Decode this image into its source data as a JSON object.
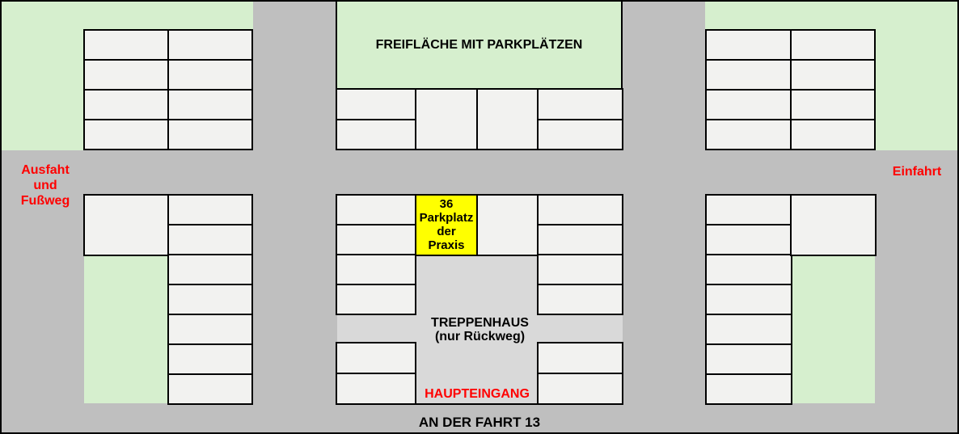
{
  "map": {
    "freiflaeche_label": "FREIFLÄCHE MIT PARKPLÄTZEN",
    "exit_label_lines": [
      "Ausfaht",
      "und",
      "Fußweg"
    ],
    "entrance_label": "Einfahrt",
    "street_label": "AN DER FAHRT 13",
    "stairwell_label_lines": [
      "TREPPENHAUS",
      "(nur Rückweg)"
    ],
    "main_entrance_label": "HAUPTEINGANG",
    "practice_space": {
      "lines": [
        "36",
        "Parkplatz",
        "der",
        "Praxis"
      ]
    }
  },
  "colors": {
    "road_gray": "#bfbfbf",
    "lawn_green": "#d6efce",
    "space_fill": "#f2f2f0",
    "stairwell_gray": "#d9d9d9",
    "practice_space_yellow": "#ffff00",
    "label_red": "#ff0000",
    "line_black": "#000000"
  }
}
